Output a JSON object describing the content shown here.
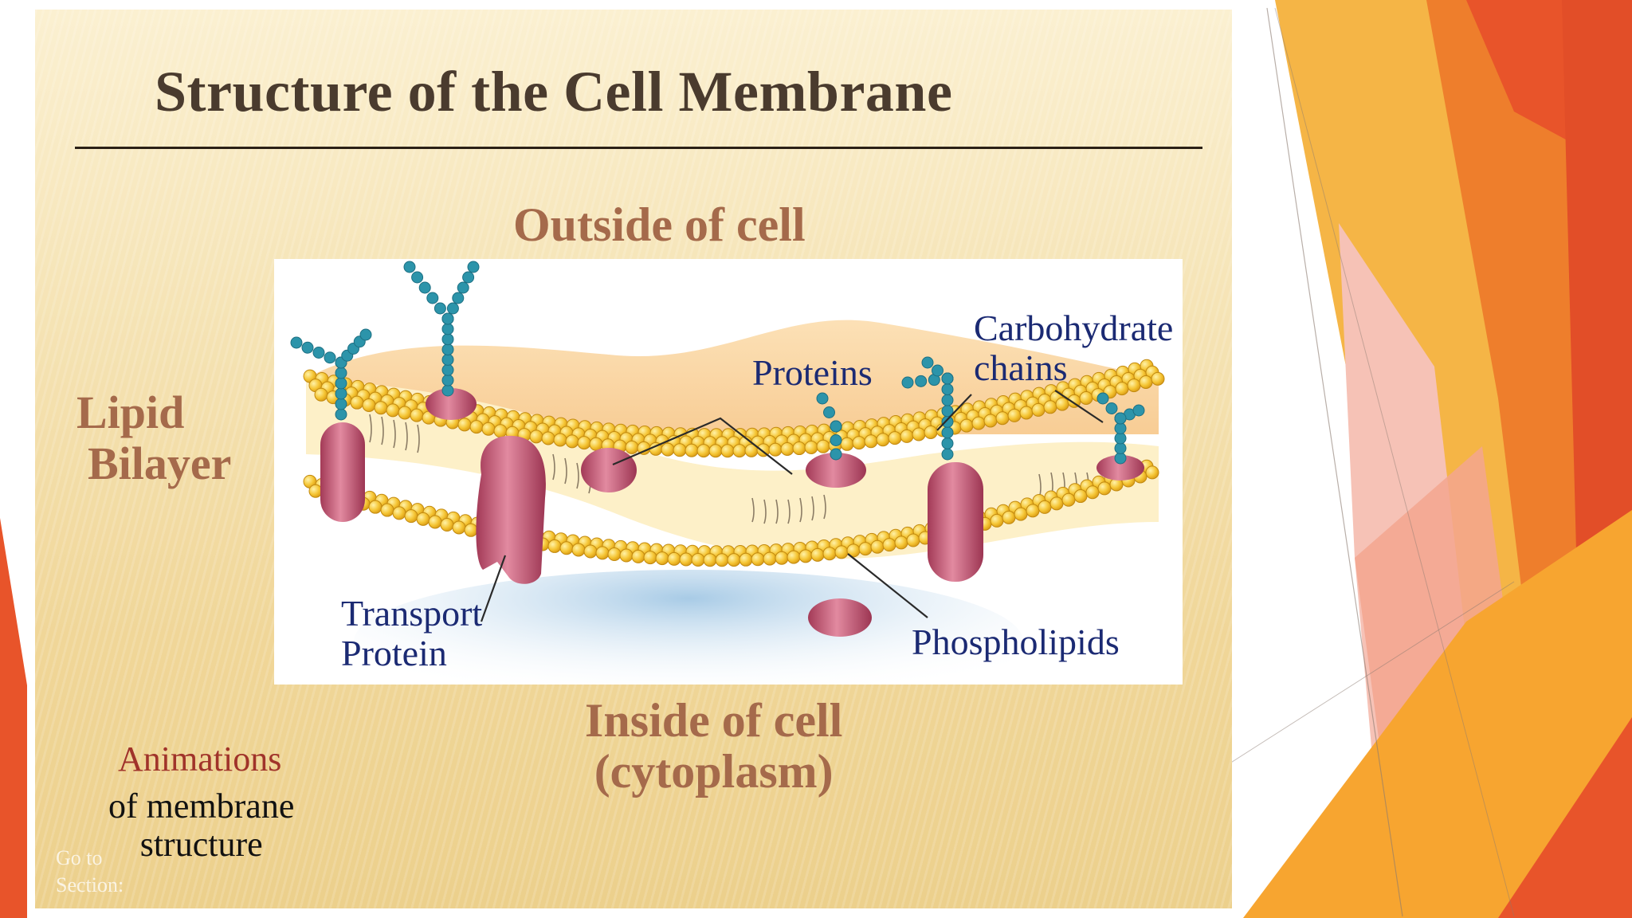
{
  "slide": {
    "title": "Structure of the Cell Membrane",
    "outside_label": "Outside of cell",
    "inside_label_line1": "Inside of cell",
    "inside_label_line2": "(cytoplasm)",
    "lipid_label_line1": "Lipid",
    "lipid_label_line2": "Bilayer",
    "animations_link": "Animations",
    "animations_desc_line1": "of membrane",
    "animations_desc_line2": "structure",
    "goto_line1": "Go to",
    "goto_line2": "Section:"
  },
  "diagram": {
    "carbohydrate_label_line1": "Carbohydrate",
    "carbohydrate_label_line2": "chains",
    "proteins_label": "Proteins",
    "transport_label_line1": "Transport",
    "transport_label_line2": "Protein",
    "phospholipids_label": "Phospholipids"
  },
  "colors": {
    "title_text": "#4a3b2e",
    "heading_brown": "#a56a4b",
    "label_blue": "#1b2a73",
    "link_red": "#a0332a",
    "lipid_head": "#f5c534",
    "protein": "#c9576f",
    "carbohydrate": "#2c94aa",
    "accent_orange": "#f08a24",
    "accent_red": "#e8542a"
  }
}
